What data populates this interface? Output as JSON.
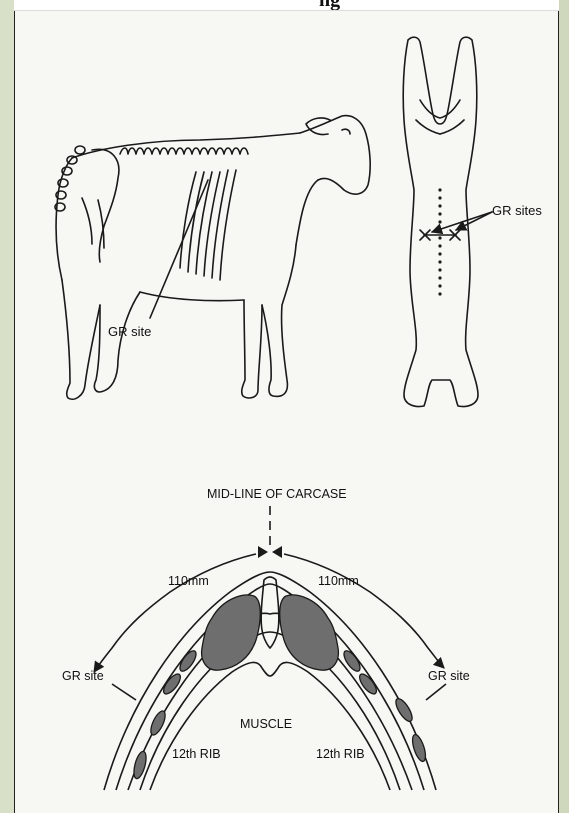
{
  "header": {
    "partial_title": "ng"
  },
  "labels": {
    "gr_site_sheep": "GR site",
    "gr_sites_carcase": "GR sites",
    "midline": "MID-LINE OF CARCASE",
    "dist_left": "110mm",
    "dist_right": "110mm",
    "gr_site_left": "GR site",
    "gr_site_right": "GR site",
    "muscle": "MUSCLE",
    "rib_left": "12th RIB",
    "rib_right": "12th RIB"
  },
  "colors": {
    "line": "#1a1a1a",
    "muscle_fill": "#6e6e6e",
    "paper": "#f7f7f4",
    "side_bar": "#d9e0c8"
  }
}
